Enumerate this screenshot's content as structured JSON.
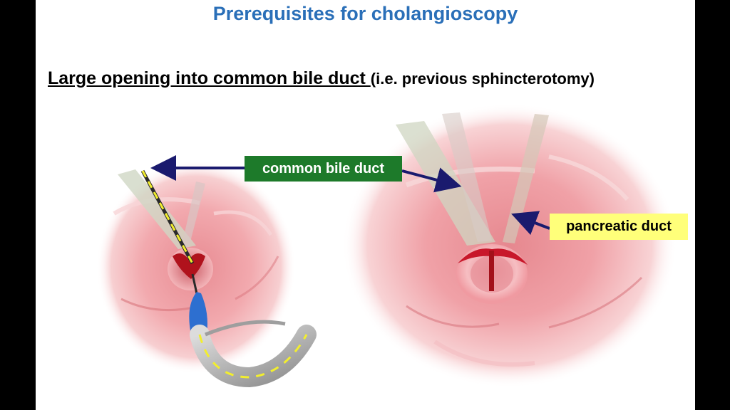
{
  "slide": {
    "title": "Prerequisites for cholangioscopy",
    "subtitle_main": "Large opening into common bile duct ",
    "subtitle_note": "(i.e. previous sphincterotomy)"
  },
  "labels": {
    "common_bile_duct": "common bile duct",
    "pancreatic_duct": "pancreatic duct"
  },
  "colors": {
    "title": "#2a6fb8",
    "cbd_label_bg": "#1d7a2a",
    "pd_label_bg": "#ffff7a",
    "arrow": "#1a1a6e",
    "mucosa": "#f0a3a8",
    "incision": "#b3141c",
    "scope": "#2d6fd0"
  }
}
